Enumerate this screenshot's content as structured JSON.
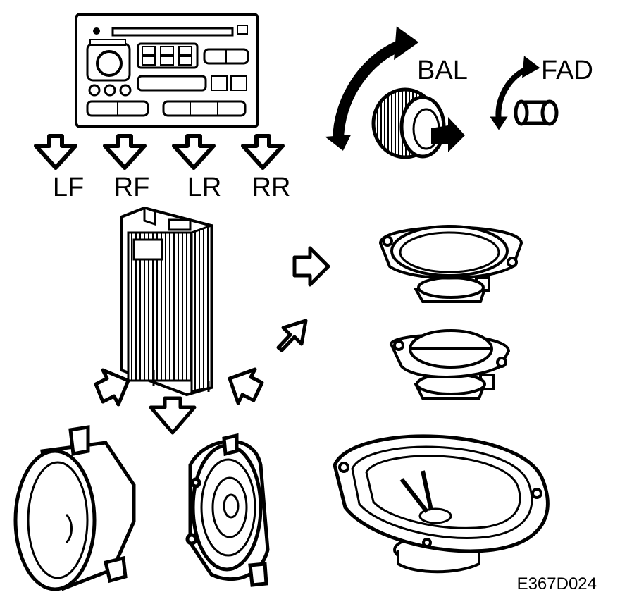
{
  "labels": {
    "bal": "BAL",
    "fad": "FAD",
    "lf": "LF",
    "rf": "RF",
    "lr": "LR",
    "rr": "RR"
  },
  "figure_code": "E367D024",
  "colors": {
    "ink": "#000000",
    "paper": "#ffffff"
  }
}
